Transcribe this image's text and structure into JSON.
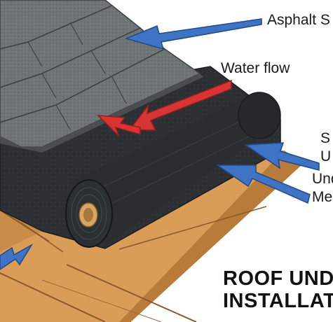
{
  "labels": {
    "asphalt": "Asphalt S",
    "water": "Water flow",
    "sync_top": "S",
    "sync_bottom": "U",
    "under_top": "Und",
    "under_bottom": "Me"
  },
  "title": {
    "line1": "ROOF UNDE",
    "line2": "INSTALLATI"
  },
  "colors": {
    "shingle": "#6f7477",
    "shingle_light": "#878c8f",
    "underlayment": "#2c3033",
    "wood": "#d99d58",
    "wood_dark": "#b97b3a",
    "arrow_blue": "#3f74c4",
    "arrow_red": "#d93434"
  }
}
